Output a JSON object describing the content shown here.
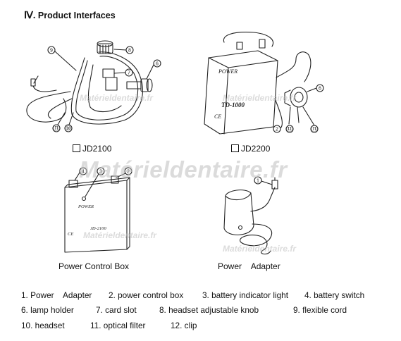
{
  "section": {
    "number": "Ⅳ.",
    "title": "Product Interfaces"
  },
  "figures": {
    "jd2100": {
      "caption": "JD2100",
      "callouts": [
        "9",
        "8",
        "7",
        "6",
        "⑪",
        "⑩"
      ]
    },
    "jd2200": {
      "caption": "JD2200",
      "callouts": [
        "6",
        "2",
        "⑫",
        "⑪"
      ],
      "device_text": [
        "POWER",
        "TD-1000",
        "CE"
      ]
    },
    "power_control_box": {
      "caption": "Power Control Box",
      "callouts": [
        "4",
        "3",
        "2"
      ],
      "device_text": [
        "POWER",
        "JD-2100",
        "CE"
      ]
    },
    "power_adapter": {
      "caption": "Power    Adapter",
      "callouts": [
        "1"
      ]
    }
  },
  "legend": {
    "row1": [
      "1. Power    Adapter",
      "2. power control box",
      "3. battery indicator light",
      "4. battery switch"
    ],
    "row2": [
      "6. lamp holder",
      "7. card slot",
      "8. headset adjustable knob",
      "9. flexible cord"
    ],
    "row3": [
      "10. headset",
      "11. optical filter",
      "12. clip"
    ]
  },
  "watermarks": {
    "main": "Matérieldentaire.fr",
    "small": "Matérieldentaire.fr"
  }
}
